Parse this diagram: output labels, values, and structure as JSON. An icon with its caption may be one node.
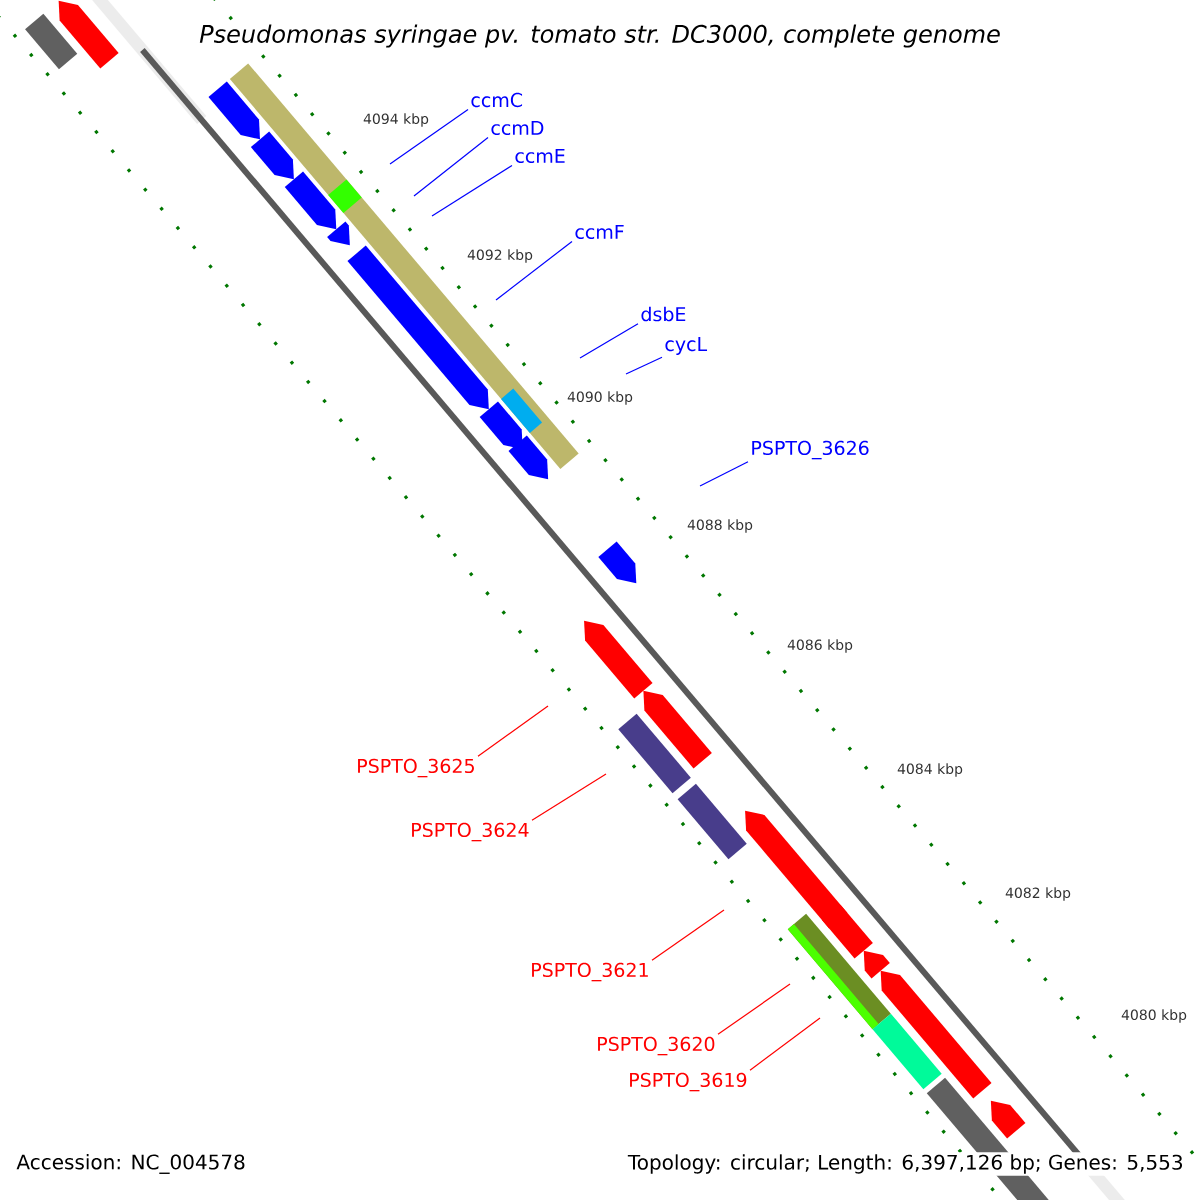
{
  "diagram": {
    "title": "Pseudomonas syringae pv. tomato str. DC3000, complete genome",
    "nodes": [
      {
        "text": [
          "ccmC"
        ]
      },
      {
        "text": [
          "ccmD"
        ]
      },
      {
        "text": [
          "ccmE"
        ]
      },
      {
        "text": [
          "ccmF"
        ]
      },
      {
        "text": [
          "dsbE"
        ]
      },
      {
        "text": [
          "cycL"
        ]
      },
      {
        "text": [
          "PSPTO_3626"
        ]
      },
      {
        "text": [
          "PSPTO_3625"
        ]
      },
      {
        "text": [
          "PSPTO_3624"
        ]
      },
      {
        "text": [
          "PSPTO_3621"
        ]
      },
      {
        "text": [
          "PSPTO_3620"
        ]
      },
      {
        "text": [
          "PSPTO_3619"
        ]
      }
    ],
    "edges": [
      {
        "from": 0,
        "to": null,
        "arrow": "none"
      },
      {
        "from": 1,
        "to": null,
        "arrow": "none"
      },
      {
        "from": 2,
        "to": null,
        "arrow": "none"
      },
      {
        "from": 3,
        "to": null,
        "arrow": "none"
      },
      {
        "from": 4,
        "to": null,
        "arrow": "none"
      },
      {
        "from": 5,
        "to": null,
        "arrow": "none"
      },
      {
        "from": 6,
        "to": null,
        "arrow": "none"
      },
      {
        "from": 7,
        "to": null,
        "arrow": "none",
        "color": "#ff0000"
      },
      {
        "from": 8,
        "to": null,
        "arrow": "none",
        "color": "#ff0000"
      },
      {
        "from": 9,
        "to": null,
        "arrow": "none",
        "color": "#ff0000"
      },
      {
        "from": 10,
        "to": null,
        "arrow": "none",
        "color": "#ff0000"
      },
      {
        "from": 11,
        "to": null,
        "arrow": "none",
        "color": "#ff0000"
      }
    ],
    "labels": [
      "4094 kbp",
      "4092 kbp",
      "4090 kbp",
      "4088 kbp",
      "4086 kbp",
      "4084 kbp",
      "4082 kbp",
      "4080 kbp",
      "Accession: NC_004578",
      "Topology: circular; Length: 6,397,126 bp; Genes: 5,553"
    ]
  }
}
